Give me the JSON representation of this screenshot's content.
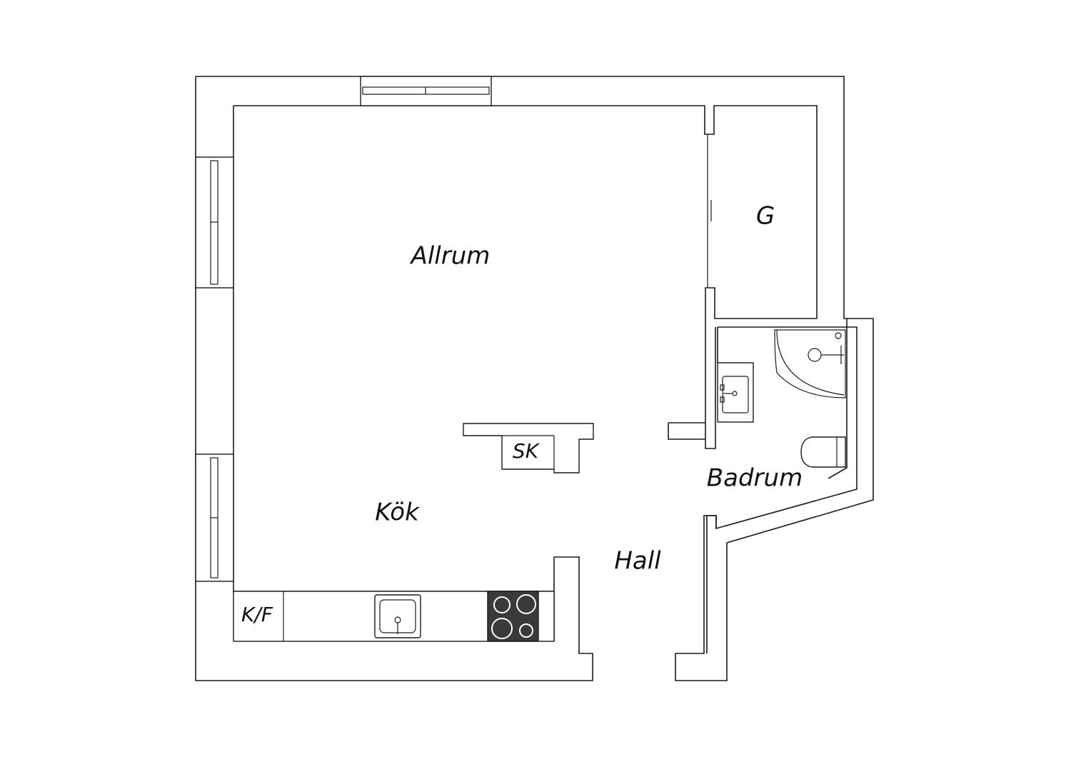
{
  "floor_plan": {
    "rooms": {
      "allrum": "Allrum",
      "kok": "Kök",
      "hall": "Hall",
      "badrum": "Badrum",
      "g": "G"
    },
    "fixtures": {
      "fridge_freezer": "K/F",
      "wardrobe": "SK"
    }
  },
  "colors": {
    "line": "#1a1a1a",
    "background": "#ffffff",
    "stove": "#3a3a3a"
  }
}
